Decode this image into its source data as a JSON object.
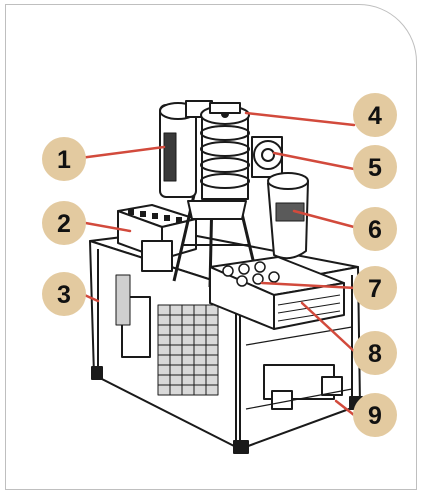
{
  "colors": {
    "badge_fill": "#e3caa0",
    "leader_line": "#d24a3c",
    "drawing_stroke": "#1a1a1a",
    "drawing_fill": "#ffffff",
    "drawing_shade": "#9a9a9a",
    "card_border": "#bfbfbf"
  },
  "callouts": [
    {
      "label": "1"
    },
    {
      "label": "2"
    },
    {
      "label": "3"
    },
    {
      "label": "4"
    },
    {
      "label": "5"
    },
    {
      "label": "6"
    },
    {
      "label": "7"
    },
    {
      "label": "8"
    },
    {
      "label": "9"
    }
  ]
}
